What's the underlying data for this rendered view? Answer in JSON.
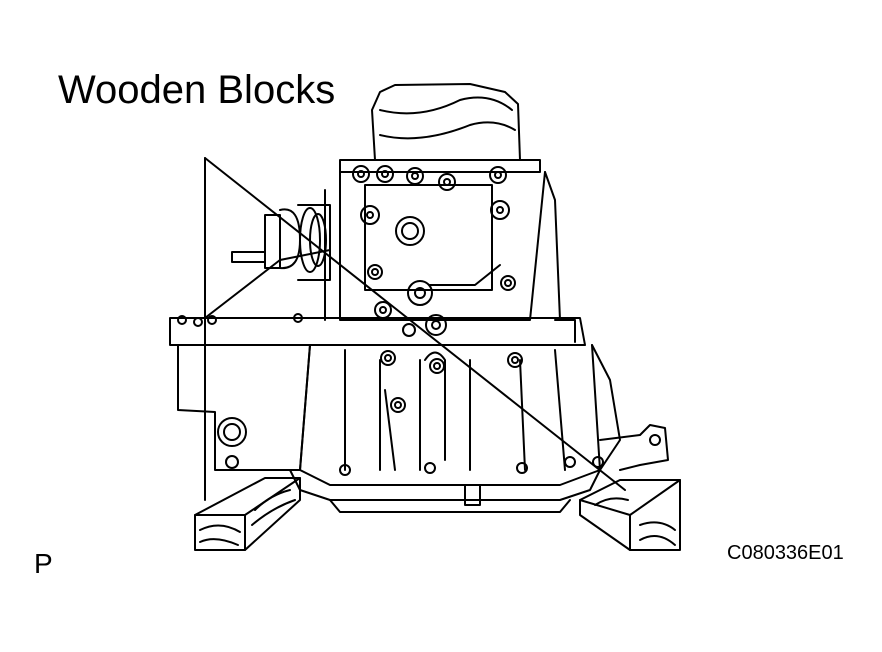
{
  "callout": {
    "label": "Wooden Blocks"
  },
  "view_letter": "P",
  "figure_code": "C080336E01",
  "colors": {
    "ink": "#000000",
    "paper": "#ffffff"
  },
  "icons": {
    "transaxle": "transaxle-line-drawing",
    "blocks": "wooden-block-icon"
  }
}
